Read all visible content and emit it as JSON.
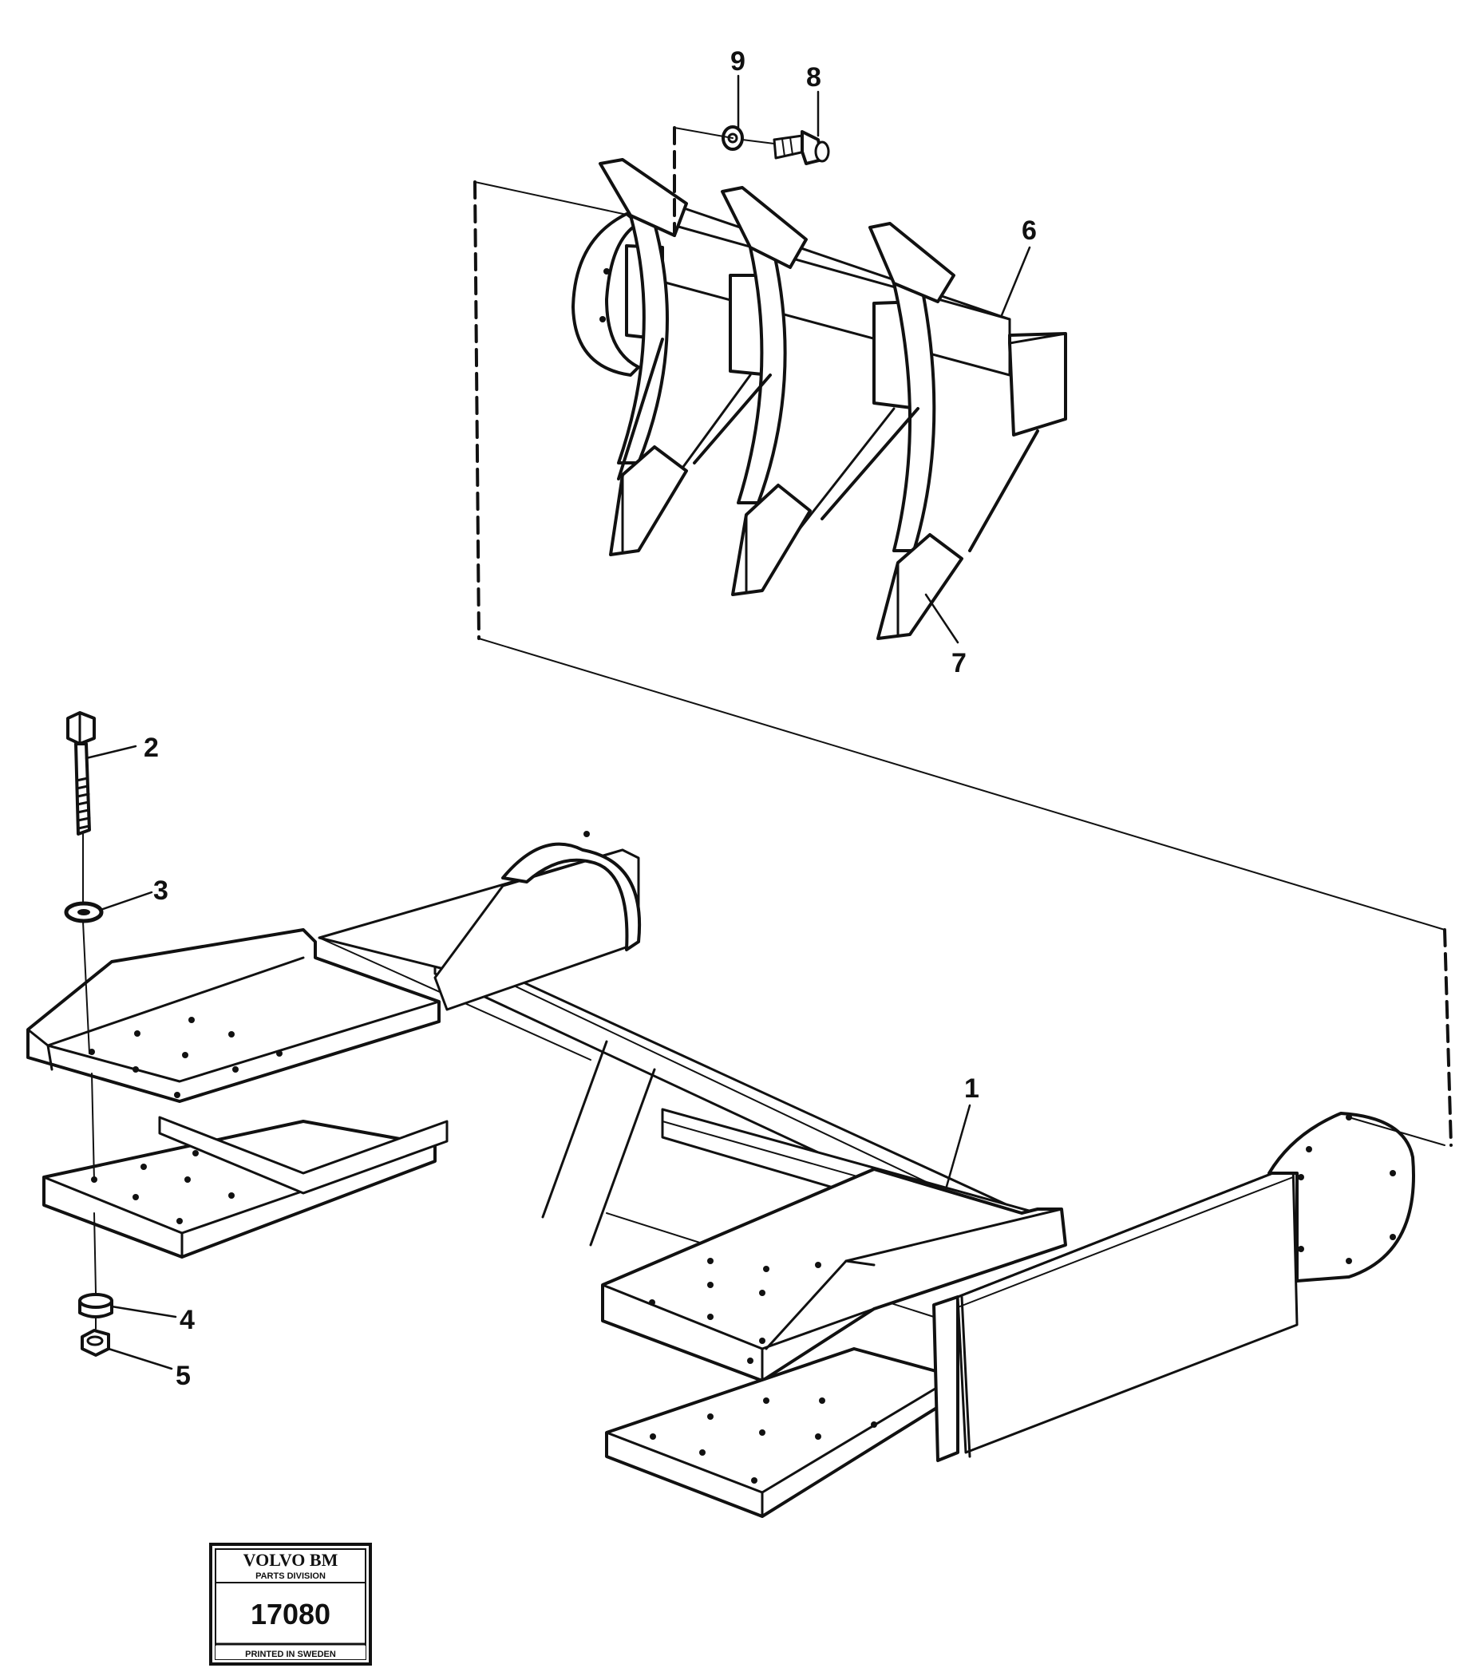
{
  "callouts": {
    "c1": "1",
    "c2": "2",
    "c3": "3",
    "c4": "4",
    "c5": "5",
    "c6": "6",
    "c7": "7",
    "c8": "8",
    "c9": "9"
  },
  "stamp": {
    "brand": "VOLVO BM",
    "division": "PARTS DIVISION",
    "number": "17080",
    "footer": "PRINTED IN SWEDEN"
  },
  "colors": {
    "ink": "#111111",
    "paper": "#ffffff",
    "shade": "#dcdcdc"
  }
}
